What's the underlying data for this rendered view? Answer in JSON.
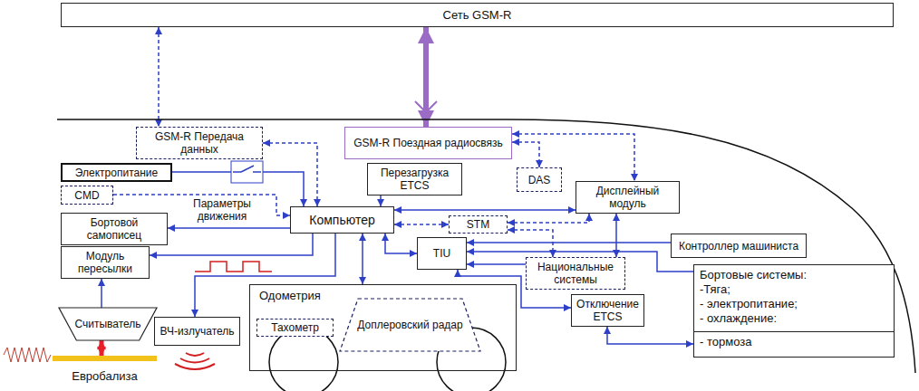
{
  "diagram": {
    "nodes": [
      {
        "text": [
          "Сеть GSM-R"
        ]
      },
      {
        "text": [
          "GSM-R Передача данных"
        ]
      },
      {
        "text": [
          "GSM-R Поездная радиосвязь"
        ]
      },
      {
        "text": [
          "Электропитание"
        ]
      },
      {
        "text": [
          "Перезагрузка ETCS"
        ]
      },
      {
        "text": [
          "DAS"
        ]
      },
      {
        "text": [
          "CMD"
        ]
      },
      {
        "text": [
          "Дисплейный модуль"
        ]
      },
      {
        "text": [
          "Бортовой самописец"
        ]
      },
      {
        "text": [
          "Компьютер"
        ]
      },
      {
        "text": [
          "STM"
        ]
      },
      {
        "text": [
          "Контроллер машиниста"
        ]
      },
      {
        "text": [
          "Модуль пересылки"
        ]
      },
      {
        "text": [
          "TIU"
        ]
      },
      {
        "text": [
          "Национальные системы"
        ]
      },
      {
        "text": [
          "Бортовые системы:",
          "-Тяга;",
          "- электропитание;",
          "- охлаждение:",
          "- тормоза"
        ]
      },
      {
        "text": [
          "Одометрия"
        ]
      },
      {
        "text": [
          "Тахометр"
        ],
        "in": 16
      },
      {
        "text": [
          "Доплеровский радар"
        ],
        "in": 16
      },
      {
        "text": [
          "Отключение ETCS"
        ]
      },
      {
        "text": [
          "Считыватель"
        ]
      },
      {
        "text": [
          "ВЧ-излучатель"
        ]
      },
      {
        "text": [
          "Евробализа"
        ]
      }
    ],
    "edges": [
      {
        "from": 0,
        "to": 1,
        "arrow": "both"
      },
      {
        "from": 0,
        "to": 2,
        "arrow": "both"
      },
      {
        "from": 1,
        "to": 9,
        "arrow": "both"
      },
      {
        "from": 2,
        "to": 5,
        "arrow": "both"
      },
      {
        "from": 2,
        "to": 7,
        "arrow": "both"
      },
      {
        "from": 3,
        "to": 9,
        "arrow": "to"
      },
      {
        "from": 6,
        "to": 9,
        "arrow": "to"
      },
      {
        "from": 4,
        "to": 9,
        "arrow": "to"
      },
      {
        "from": 9,
        "to": 8,
        "arrow": "to"
      },
      {
        "from": 9,
        "to": 7,
        "arrow": "both"
      },
      {
        "from": 9,
        "to": 10,
        "arrow": "both"
      },
      {
        "from": 10,
        "to": 7,
        "arrow": "both"
      },
      {
        "from": 10,
        "to": 14,
        "arrow": "both"
      },
      {
        "from": 7,
        "to": 14,
        "arrow": "both"
      },
      {
        "from": 11,
        "to": 13,
        "arrow": "to"
      },
      {
        "from": 15,
        "to": 13,
        "arrow": "to"
      },
      {
        "from": 14,
        "to": 13,
        "arrow": "to"
      },
      {
        "from": 9,
        "to": 13,
        "arrow": "both"
      },
      {
        "from": 9,
        "to": 16,
        "arrow": "both"
      },
      {
        "from": 13,
        "to": 19,
        "arrow": "both"
      },
      {
        "from": 19,
        "to": 15,
        "arrow": "both"
      },
      {
        "from": 9,
        "to": 12,
        "arrow": "to"
      },
      {
        "from": 9,
        "to": 21,
        "arrow": "to"
      },
      {
        "from": 20,
        "to": 12,
        "arrow": "to"
      },
      {
        "from": 22,
        "to": 20,
        "arrow": "both"
      }
    ],
    "labels": [
      "Параметры движения"
    ]
  }
}
